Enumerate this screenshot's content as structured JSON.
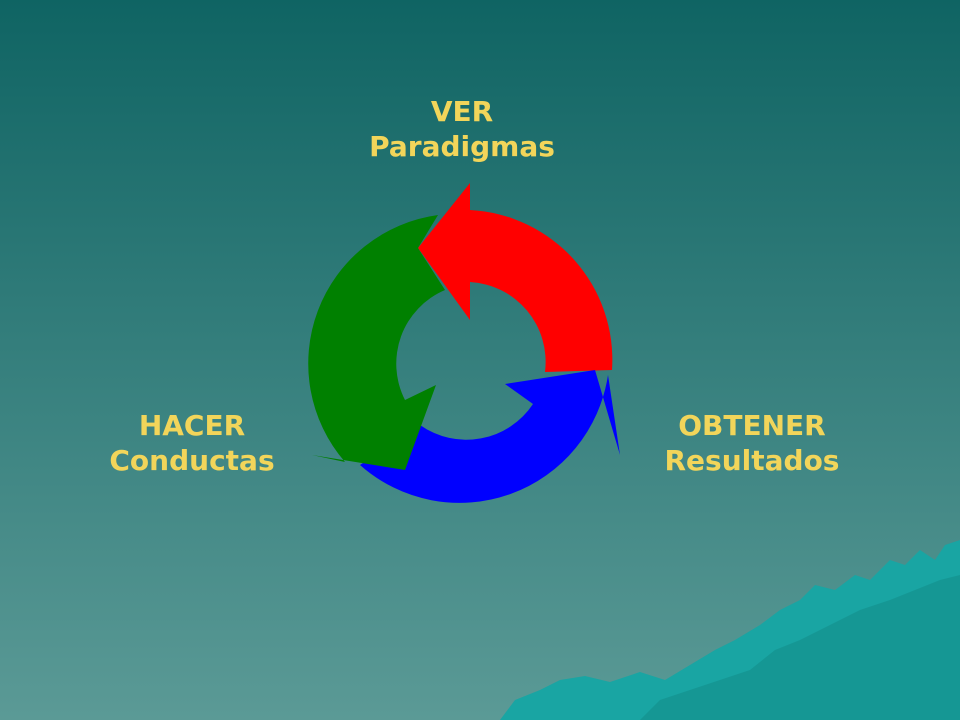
{
  "diagram": {
    "nodes": [
      {
        "id": "ver",
        "title": "VER",
        "subtitle": "Paradigmas",
        "arrow_color": "#ff0000"
      },
      {
        "id": "obtener",
        "title": "OBTENER",
        "subtitle": "Resultados",
        "arrow_color": "#0000ff"
      },
      {
        "id": "hacer",
        "title": "HACER",
        "subtitle": "Conductas",
        "arrow_color": "#008000"
      }
    ],
    "cycle_direction": "counter-clockwise"
  },
  "colors": {
    "label_text": "#f2d55a",
    "background_top": "#0f6463",
    "background_bottom": "#5b9a96",
    "mountain": "#1aa6a4"
  }
}
